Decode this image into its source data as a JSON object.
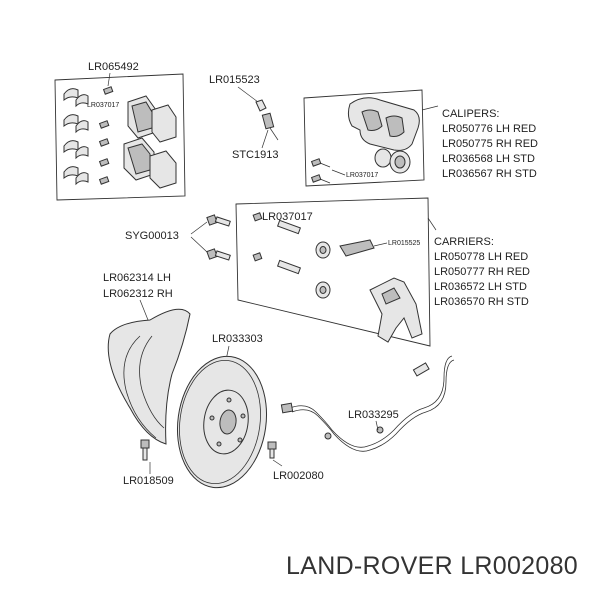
{
  "brand_caption": "LAND-ROVER LR002080",
  "labels": {
    "pad_kit": "LR065492",
    "pad_kit_bolt": "LR037017",
    "bleed_screw": "LR015523",
    "bleed_cap": "STC1913",
    "caliper_bolt": "LR037017",
    "carrier_bolt_top": "LR037017",
    "wear_clip": "LR015525",
    "hub_bolt": "SYG00013",
    "shield_lh": "LR062314 LH",
    "shield_rh": "LR062312 RH",
    "disc": "LR033303",
    "shield_bolt": "LR018509",
    "disc_screw": "LR002080",
    "wear_sensor": "LR033295"
  },
  "calipers": {
    "title": "CALIPERS:",
    "items": [
      "LR050776 LH RED",
      "LR050775 RH RED",
      "LR036568 LH STD",
      "LR036567 RH STD"
    ]
  },
  "carriers": {
    "title": "CARRIERS:",
    "items": [
      "LR050778 LH RED",
      "LR050777 RH RED",
      "LR036572 LH STD",
      "LR036570 RH STD"
    ]
  }
}
